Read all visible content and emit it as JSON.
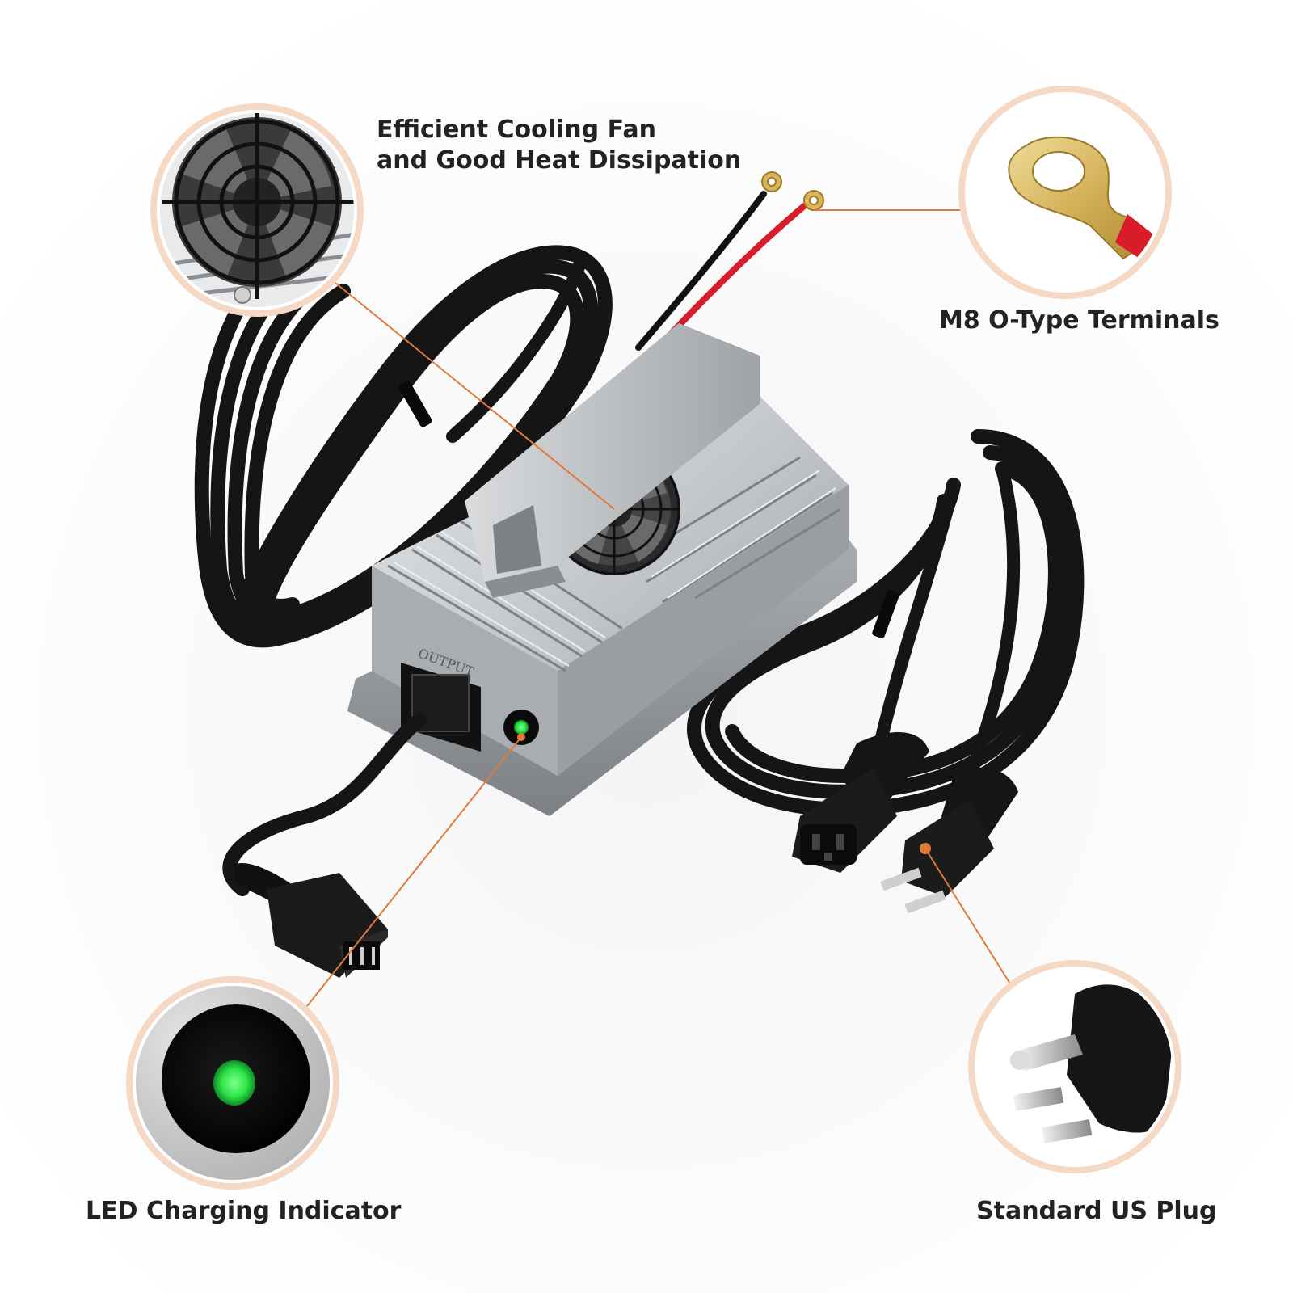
{
  "callouts": {
    "fan": {
      "line1": "Efficient Cooling Fan",
      "line2": "and Good Heat Dissipation",
      "icon": "fan-icon"
    },
    "terminal": {
      "label": "M8 O-Type Terminals",
      "icon": "ring-terminal-icon"
    },
    "led": {
      "label": "LED Charging Indicator",
      "icon": "led-indicator-icon"
    },
    "plug": {
      "label": "Standard US Plug",
      "icon": "us-plug-icon"
    }
  },
  "device": {
    "output_label": "OUTPUT"
  },
  "colors": {
    "accent": "#e07a3a",
    "ring": "#f6d9c4",
    "led": "#2ee64a",
    "cable": "#151515",
    "aluminum": "#c9ccd0",
    "red_wire": "#d91c2a"
  }
}
